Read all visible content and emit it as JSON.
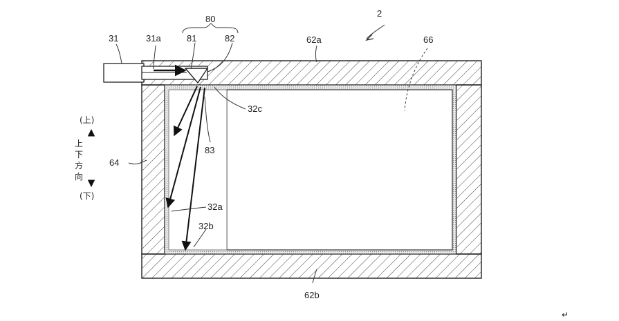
{
  "figure": {
    "labels": {
      "fig_number": "2",
      "l80": "80",
      "l31": "31",
      "l31a": "31a",
      "l81": "81",
      "l82": "82",
      "l62a": "62a",
      "l66": "66",
      "l32c": "32c",
      "l83": "83",
      "l64": "64",
      "l32a": "32a",
      "l32b": "32b",
      "l62b": "62b"
    },
    "direction": {
      "up": "(上)",
      "c1": "上",
      "c2": "下",
      "c3": "方",
      "c4": "向",
      "down": "(下)"
    },
    "corner_mark": "↵"
  }
}
